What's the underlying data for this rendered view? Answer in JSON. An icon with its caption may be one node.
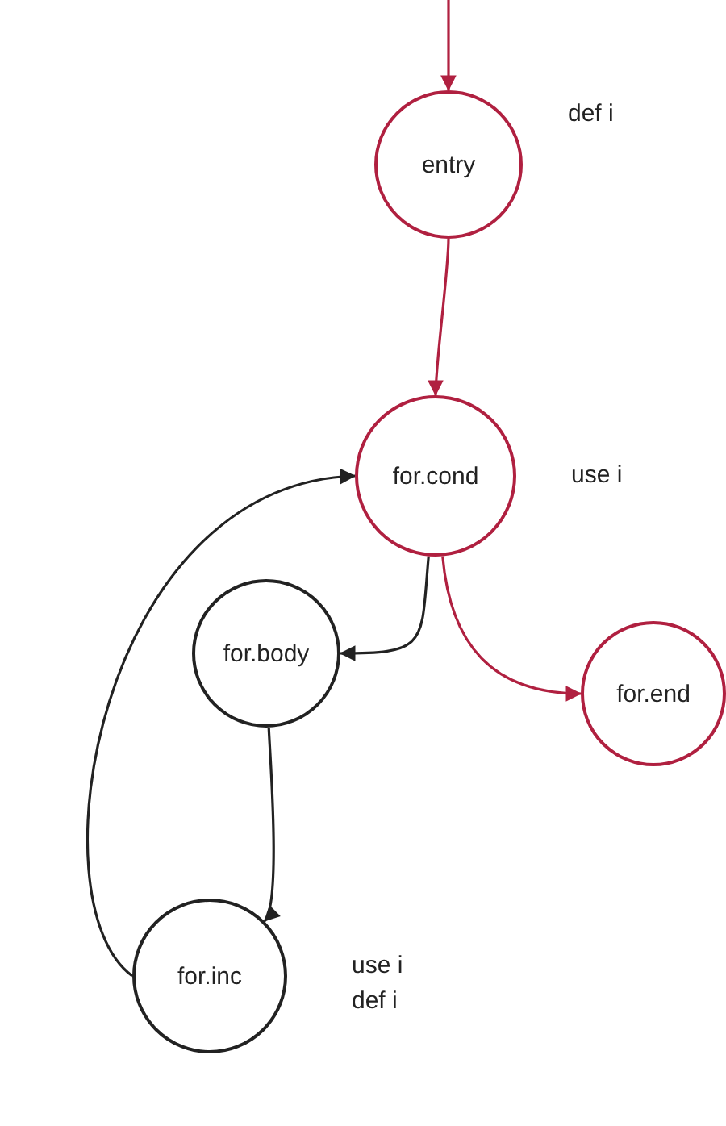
{
  "diagram": {
    "nodes": [
      {
        "text": [
          "entry"
        ],
        "beside": [
          "def i"
        ]
      },
      {
        "text": [
          "for.cond"
        ],
        "beside": [
          "use i"
        ]
      },
      {
        "text": [
          "for.body"
        ]
      },
      {
        "text": [
          "for.end"
        ]
      },
      {
        "text": [
          "for.inc"
        ],
        "beside": [
          "use i",
          "def i"
        ]
      }
    ],
    "edges": [
      {
        "from": null,
        "to": 0,
        "arrow": "to",
        "color": "#b02040"
      },
      {
        "from": 0,
        "to": 1,
        "arrow": "to",
        "color": "#b02040"
      },
      {
        "from": 1,
        "to": 2,
        "arrow": "to",
        "color": "#222222"
      },
      {
        "from": 1,
        "to": 3,
        "arrow": "to",
        "color": "#b02040"
      },
      {
        "from": 2,
        "to": 4,
        "arrow": "to",
        "color": "#222222"
      },
      {
        "from": 4,
        "to": 1,
        "arrow": "to",
        "color": "#222222"
      }
    ]
  }
}
